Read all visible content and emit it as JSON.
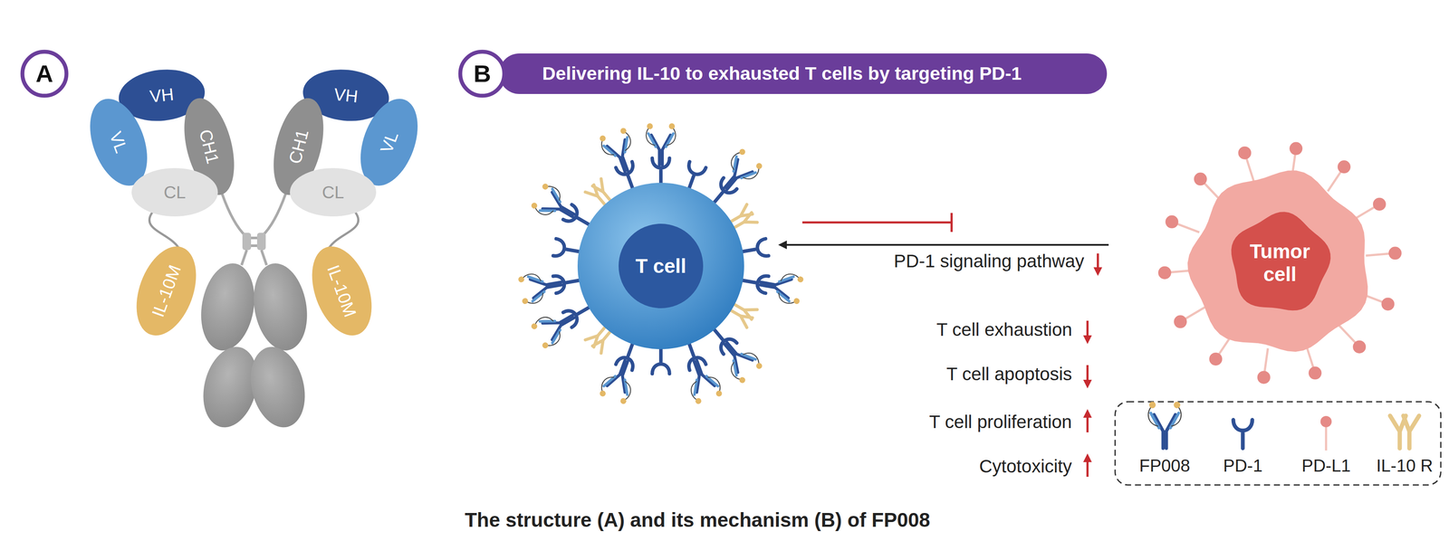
{
  "diagram": {
    "caption": "The structure (A) and its mechanism (B) of FP008",
    "nodes": [
      {
        "text": [
          "A"
        ]
      },
      {
        "text": [
          "VH"
        ]
      },
      {
        "text": [
          "VL"
        ]
      },
      {
        "text": [
          "CH1"
        ]
      },
      {
        "text": [
          "CL"
        ]
      },
      {
        "text": [
          "IL-10M"
        ]
      },
      {
        "text": [
          "VH"
        ]
      },
      {
        "text": [
          "VL"
        ]
      },
      {
        "text": [
          "CH1"
        ]
      },
      {
        "text": [
          "CL"
        ]
      },
      {
        "text": [
          "IL-10M"
        ]
      },
      {
        "text": [
          "B"
        ]
      },
      {
        "text": [
          "Delivering IL-10 to exhausted T cells by targeting PD-1"
        ]
      },
      {
        "text": [
          "T cell"
        ]
      },
      {
        "text": [
          "Tumor cell"
        ]
      }
    ],
    "labels": [
      "PD-1 signaling pathway",
      "T cell exhaustion",
      "T cell apoptosis",
      "T cell proliferation",
      "Cytotoxicity"
    ],
    "legend": [
      {
        "text": "FP008"
      },
      {
        "text": "PD-1"
      },
      {
        "text": "PD-L1"
      },
      {
        "text": "IL-10 R"
      }
    ]
  }
}
